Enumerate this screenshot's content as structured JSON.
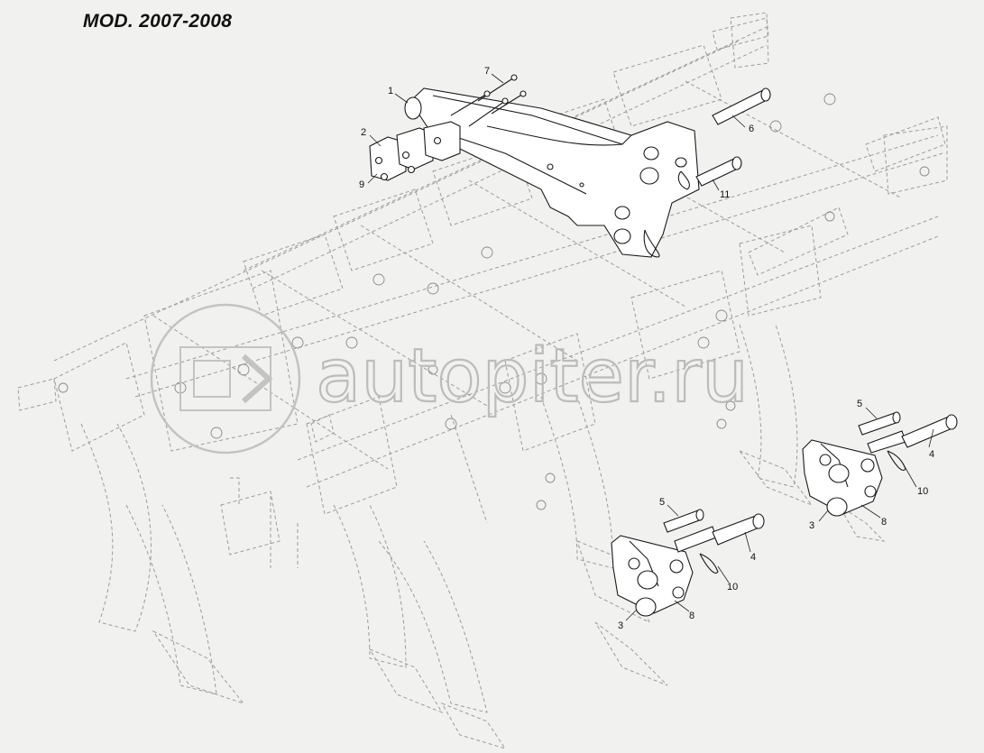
{
  "title": "MOD. 2007-2008",
  "watermark": "autopiter.ru",
  "callouts": [
    "1",
    "2",
    "9",
    "7",
    "6",
    "11",
    "5",
    "4",
    "10",
    "3",
    "8",
    "5",
    "4",
    "10",
    "3",
    "8"
  ],
  "colors": {
    "background": "#f1f1ef",
    "line": "#1a1a1a",
    "ghost": "#9c9c9c",
    "watermark": "#bcbcbc"
  }
}
